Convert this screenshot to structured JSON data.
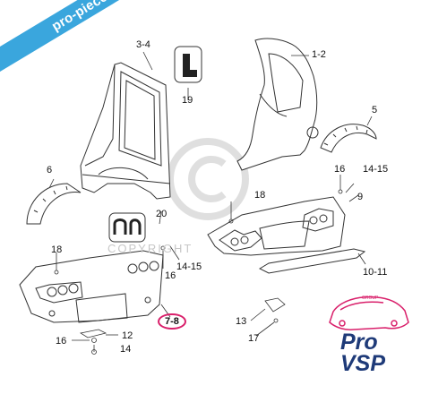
{
  "watermark": {
    "banner_text": "pro-piece-vsp.com",
    "copyright_text": "COPYRIGHT"
  },
  "callouts": {
    "c34": "3-4",
    "c12": "1-2",
    "c19": "19",
    "c5": "5",
    "c6": "6",
    "c16a": "16",
    "c1415a": "14-15",
    "c18a": "18",
    "c9": "9",
    "c20": "20",
    "c18b": "18",
    "c16b": "16",
    "c1415b": "14-15",
    "c1011": "10-11",
    "c78": "7-8",
    "c12b": "12",
    "c16c": "16",
    "c14": "14",
    "c13": "13",
    "c17": "17"
  },
  "logo": {
    "line1": "Pro",
    "line2": "VSP",
    "tag": "GROUP",
    "colors": {
      "blue": "#1e3a78",
      "pink": "#d9206b"
    }
  },
  "colors": {
    "banner": "#3aa6dd",
    "highlight": "#d9206b",
    "line": "#333333"
  }
}
